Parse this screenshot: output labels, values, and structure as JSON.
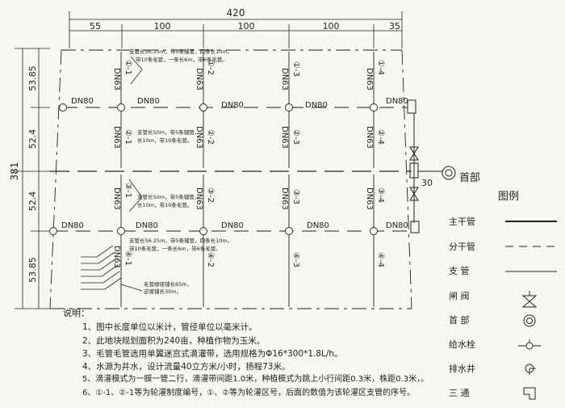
{
  "dimensions": {
    "total_width": "420",
    "segments": [
      "55",
      "100",
      "100",
      "100",
      "35"
    ],
    "total_height": "381",
    "vertical_segments": [
      "53.85",
      "52.4",
      "52.4",
      "53.85"
    ],
    "well_offset": "30"
  },
  "pipe_labels": {
    "dn80": "DN80",
    "dn63": "DN63"
  },
  "zones": {
    "upper_top": [
      "①-1",
      "①-2",
      "①-3",
      "①-4"
    ],
    "upper_bottom": [
      "②-1",
      "②-2",
      "②-3",
      "②-4"
    ],
    "lower_top": [
      "③-1",
      "③-2",
      "③-3",
      "③-4"
    ],
    "lower_bottom": [
      "④-1",
      "④-2",
      "④-3",
      "④-4"
    ]
  },
  "annotations": {
    "a1": [
      "支管长56.25m，带5条辅管，四条长10m，",
      "带10条毛管，一条长6m，带6条毛管。"
    ],
    "a2": [
      "支管长50m，带5条辅管，",
      "长10m，带10条毛管。"
    ],
    "a3": [
      "支管长50m，带5条辅管，",
      "长10m，带10条毛管。"
    ],
    "a4": [
      "支管长56.25m，带5条辅管，四条长10m，",
      "带10条毛管，一条长6m，带6条毛管。"
    ],
    "a5": [
      "毛管顺坡铺长65m，",
      "逆坡铺长30m。"
    ]
  },
  "head_label": "首部",
  "legend": {
    "title": "图例",
    "items": [
      {
        "label": "主干管",
        "symbol": "main-pipe"
      },
      {
        "label": "分干管",
        "symbol": "sub-main-pipe"
      },
      {
        "label": "支    管",
        "symbol": "branch-pipe"
      },
      {
        "label": "闸    阀",
        "symbol": "gate-valve"
      },
      {
        "label": "首    部",
        "symbol": "head-works"
      },
      {
        "label": "给水栓",
        "symbol": "hydrant"
      },
      {
        "label": "排水井",
        "symbol": "drain-well"
      },
      {
        "label": "三    通",
        "symbol": "tee"
      }
    ]
  },
  "notes": {
    "title": "说明：",
    "lines": [
      "1、图中长度单位以米计，管径单位以毫米计。",
      "2、此地块规划面积为240亩，种植作物为玉米。",
      "3、毛管毛管选用单翼迷宫式滴灌带，选用规格为Φ16*300*1.8L/h。",
      "4、水源为井水，设计流量40立方米/小时，扬程73米。",
      "5、滴灌模式为一膜一管二行，滴灌带间距1.0米，种植模式为跳上小行间距0.3米，株距0.3米，。",
      "6、①-1、②-1等为轮灌制度编号，①、②等为轮灌区号，后面的数值为该轮灌区支管的序号。"
    ]
  }
}
